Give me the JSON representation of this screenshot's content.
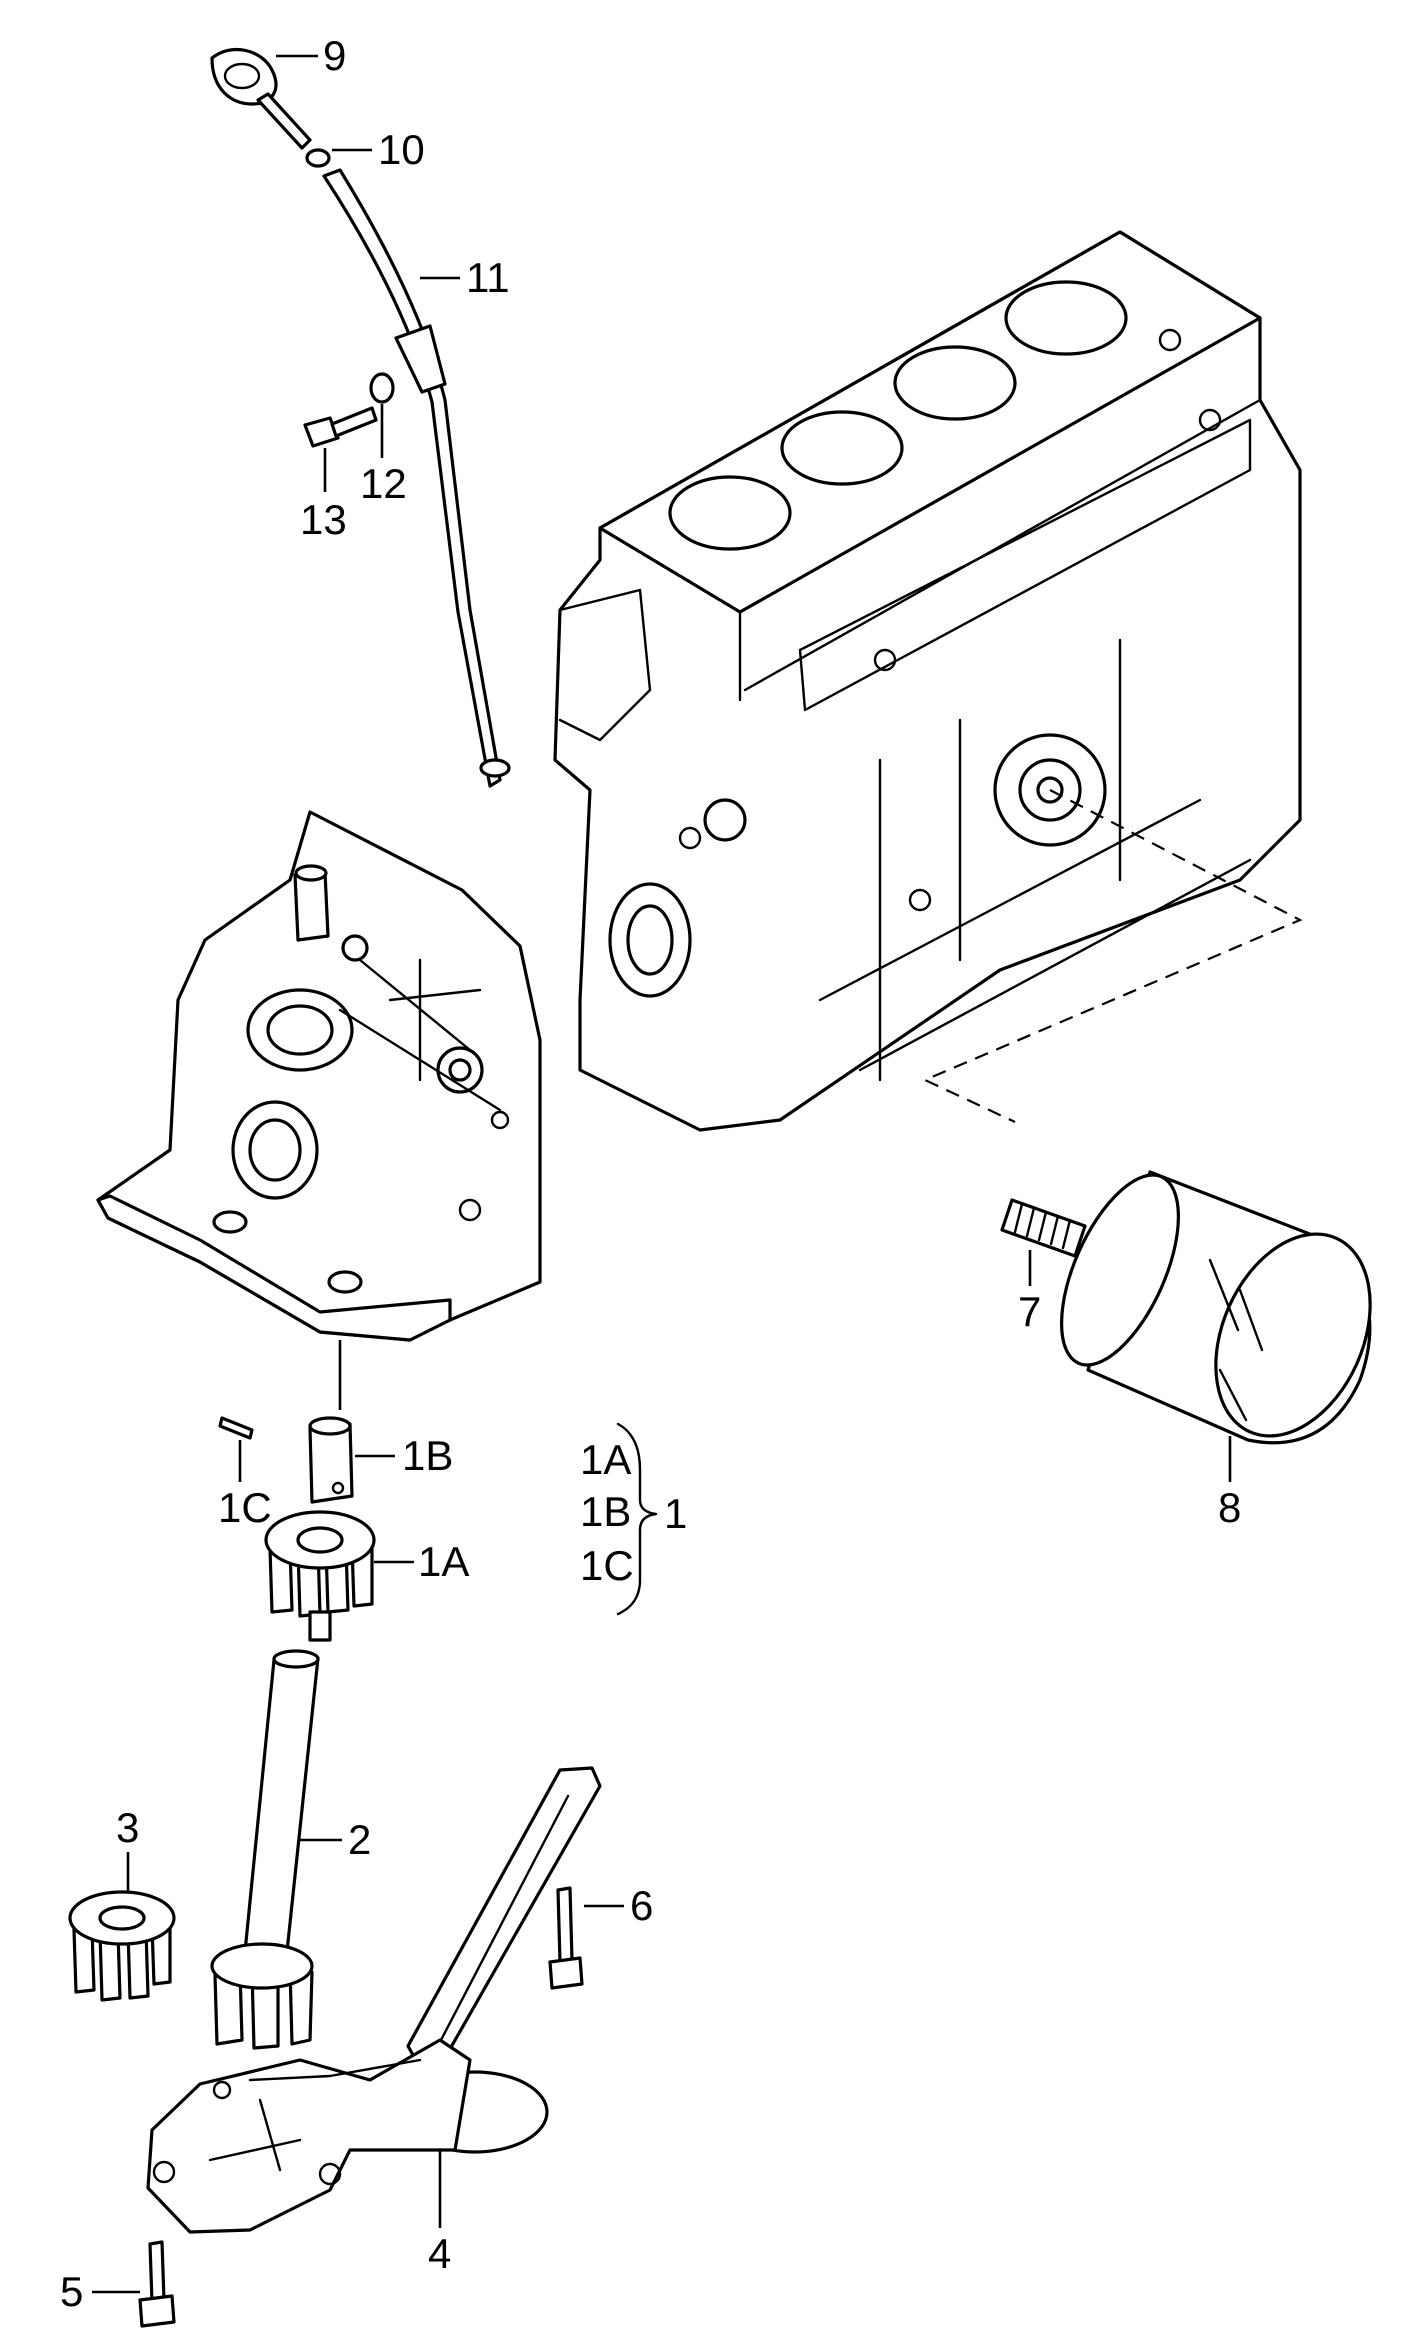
{
  "callouts": {
    "c9": "9",
    "c10": "10",
    "c11": "11",
    "c12": "12",
    "c13": "13",
    "c7": "7",
    "c8": "8",
    "c1B": "1B",
    "c1C": "1C",
    "c1A": "1A",
    "c2": "2",
    "c3": "3",
    "c4": "4",
    "c5": "5",
    "c6": "6"
  },
  "group": {
    "items": [
      "1A",
      "1B",
      "1C"
    ],
    "label": "1"
  }
}
